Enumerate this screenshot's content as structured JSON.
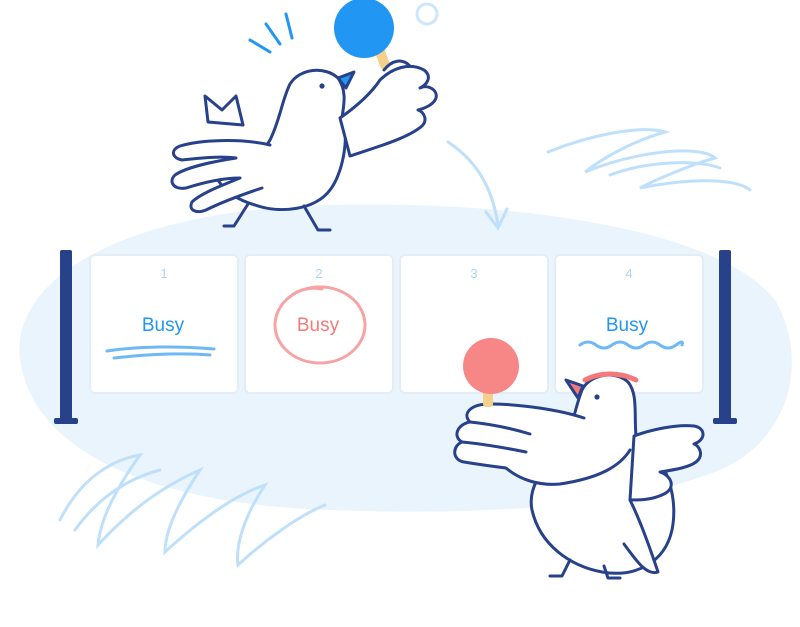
{
  "colors": {
    "navy": "#27418a",
    "blue": "#2196f3",
    "coral": "#f47a7a",
    "peach_bg": "#fbe5df",
    "light_blue_bg": "#eaf4fd",
    "scribble": "#bfe0fb",
    "card_border": "#e3edf6",
    "number": "#a9d4f7",
    "handle": "#f6d08a"
  },
  "slots": [
    {
      "number": "1",
      "label": "Busy",
      "label_color": "#2196f3",
      "marking": "double-underline"
    },
    {
      "number": "2",
      "label": "Busy",
      "label_color": "#f47a7a",
      "marking": "circled"
    },
    {
      "number": "3",
      "label": "",
      "label_color": "",
      "marking": "none"
    },
    {
      "number": "4",
      "label": "Busy",
      "label_color": "#2196f3",
      "marking": "wavy-underline"
    }
  ],
  "icons": {
    "top_bird": "bird-with-blue-paddle",
    "bottom_bird": "bird-with-red-paddle-and-headband",
    "net_post": "net-post",
    "arrow": "curved-arrow"
  }
}
